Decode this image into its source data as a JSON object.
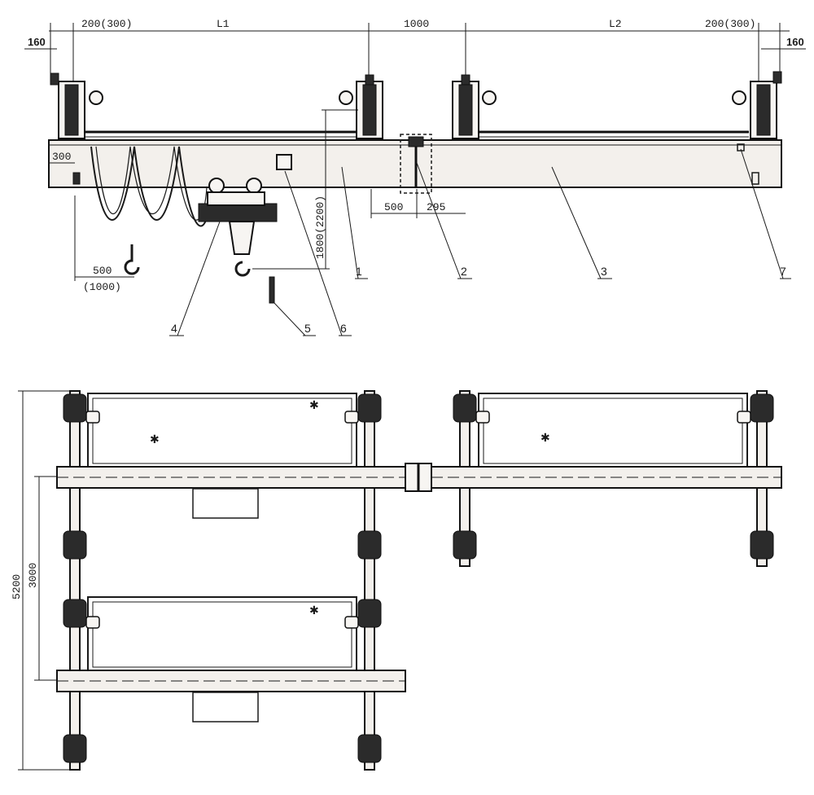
{
  "dimensions": {
    "d160_left": "160",
    "d200_left": "200(300)",
    "L1": "L1",
    "d1000": "1000",
    "L2": "L2",
    "d200_right": "200(300)",
    "d160_right": "160",
    "d300": "300",
    "d500_hook": "500",
    "d1000_hook": "(1000)",
    "d1800": "1800(2200)",
    "d500_mid": "500",
    "d295": "295",
    "d5200": "5200",
    "d3000": "3000"
  },
  "callouts": [
    {
      "id": "1",
      "label": "1"
    },
    {
      "id": "2",
      "label": "2"
    },
    {
      "id": "3",
      "label": "3"
    },
    {
      "id": "4",
      "label": "4"
    },
    {
      "id": "5",
      "label": "5"
    },
    {
      "id": "6",
      "label": "6"
    },
    {
      "id": "7",
      "label": "7"
    }
  ],
  "colors": {
    "ink": "#1a1a1a",
    "paper": "#ffffff",
    "beam_fill": "#f3f0ec"
  }
}
